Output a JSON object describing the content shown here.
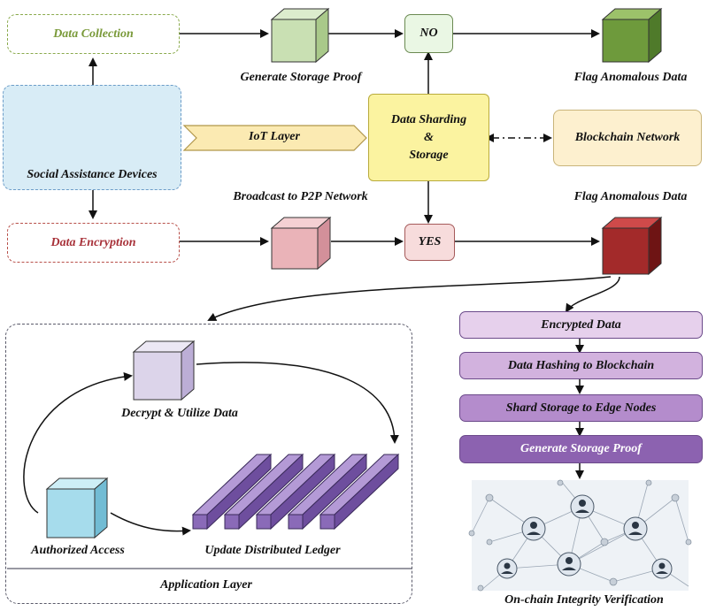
{
  "nodes": {
    "data_collection": "Data Collection",
    "generate_storage_proof_top": "Generate Storage Proof",
    "no": "NO",
    "flag_anomalous_top": "Flag Anomalous Data",
    "social_assistance": "Social Assistance Devices",
    "iot_layer": "IoT Layer",
    "data_sharding": "Data Sharding\n&\nStorage",
    "blockchain_network": "Blockchain Network",
    "broadcast": "Broadcast to P2P Network",
    "flag_anomalous_bottom": "Flag Anomalous Data",
    "data_encryption": "Data Encryption",
    "yes": "YES",
    "decrypt": "Decrypt & Utilize Data",
    "authorized": "Authorized Access",
    "update_ledger": "Update Distributed Ledger",
    "application_layer": "Application Layer",
    "encrypted_data": "Encrypted Data",
    "hashing": "Data Hashing to Blockchain",
    "shard_storage": "Shard Storage to Edge Nodes",
    "generate_storage_proof_bottom": "Generate Storage Proof",
    "onchain": "On-chain Integrity Verification"
  },
  "colors": {
    "green_cube": "#6e9a3c",
    "light_green_cube": "#c9e0b3",
    "teal_cube": "#2e8aa8",
    "pink_cube": "#eab3b8",
    "red_cube": "#a32a2a",
    "lavender_cube": "#dcd4ea",
    "cyan_cube": "#a6dcec",
    "purple_ledger": "#8a6ab8"
  }
}
